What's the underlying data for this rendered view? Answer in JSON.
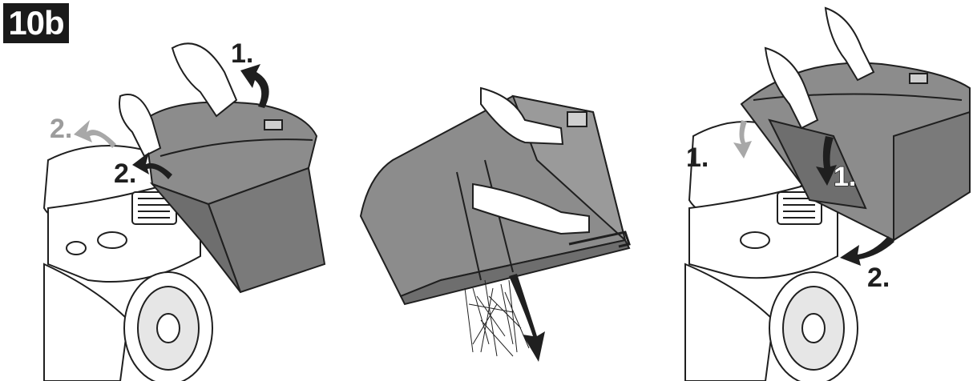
{
  "figure_label": "10b",
  "panels": {
    "left": {
      "steps": [
        "1.",
        "2.",
        "2."
      ]
    },
    "right": {
      "steps": [
        "1.",
        "1.",
        "2."
      ]
    }
  },
  "colors": {
    "bag_fill": "#8c8c8c",
    "bag_dark": "#6e6e6e",
    "line": "#1f1f1f",
    "arrow_light": "#a8a8a8"
  }
}
